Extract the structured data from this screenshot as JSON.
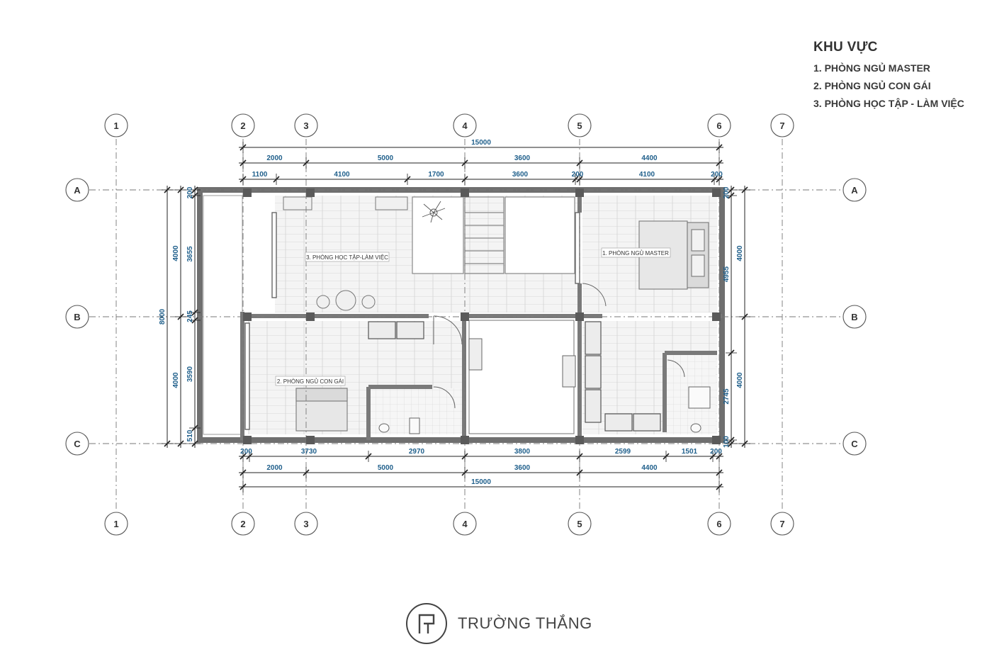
{
  "legend": {
    "title": "KHU VỰC",
    "items": [
      "1. PHÒNG NGỦ MASTER",
      "2. PHÒNG NGỦ CON GÁI",
      "3. PHÒNG HỌC TẬP - LÀM VIỆC"
    ]
  },
  "brand": {
    "name": "TRƯỜNG THẮNG"
  },
  "grid": {
    "columns": [
      "1",
      "2",
      "3",
      "4",
      "5",
      "6",
      "7"
    ],
    "rows": [
      "A",
      "B",
      "C"
    ]
  },
  "dims": {
    "top_total": "15000",
    "top_row1": [
      "2000",
      "5000",
      "3600",
      "4400"
    ],
    "top_row2": [
      "1100",
      "4100",
      "1700",
      "3600",
      "200",
      "4100",
      "200"
    ],
    "bottom_row1": [
      "200",
      "3730",
      "2970",
      "3800",
      "2599",
      "1501",
      "200"
    ],
    "bottom_row2": [
      "2000",
      "5000",
      "3600",
      "4400"
    ],
    "bottom_total": "15000",
    "left_outer": "8000",
    "left_mid": [
      "4000",
      "4000"
    ],
    "left_inner": [
      "200",
      "3655",
      "245",
      "3590",
      "510"
    ],
    "right_inner": [
      "200",
      "4955",
      "2745",
      "100"
    ],
    "right_outer": [
      "4000",
      "4000"
    ]
  },
  "rooms": {
    "master": "1. PHÒNG NGỦ MASTER",
    "daughter": "2. PHÒNG NGỦ CON GÁI",
    "study": "3. PHÒNG HỌC TẬP-LÀM VIỆC"
  },
  "colors": {
    "dim": "#1f5f8b",
    "grid": "#777777",
    "wall": "#6f6f6f",
    "column": "#5a5a5a"
  }
}
